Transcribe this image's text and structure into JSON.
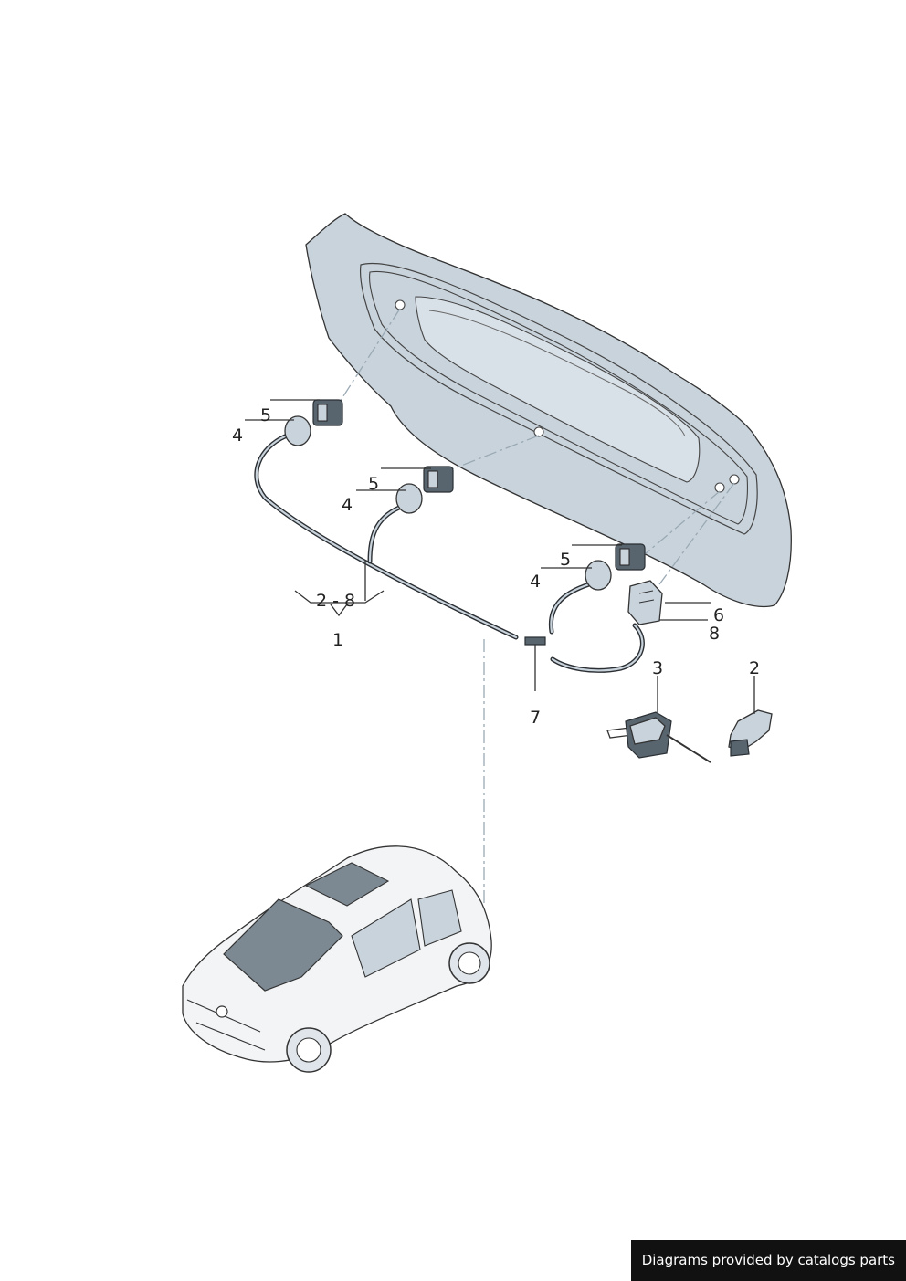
{
  "callouts": {
    "c1": "1",
    "c2": "2",
    "c3": "3",
    "c4a": "4",
    "c4b": "4",
    "c4c": "4",
    "c5a": "5",
    "c5b": "5",
    "c5c": "5",
    "c6": "6",
    "c7": "7",
    "c8": "8",
    "range": "2 - 8"
  },
  "footer": {
    "text": "Diagrams provided by catalogs parts"
  },
  "colors": {
    "part_fill": "#c9d3dc",
    "line": "#333333",
    "banner": "#111111"
  }
}
